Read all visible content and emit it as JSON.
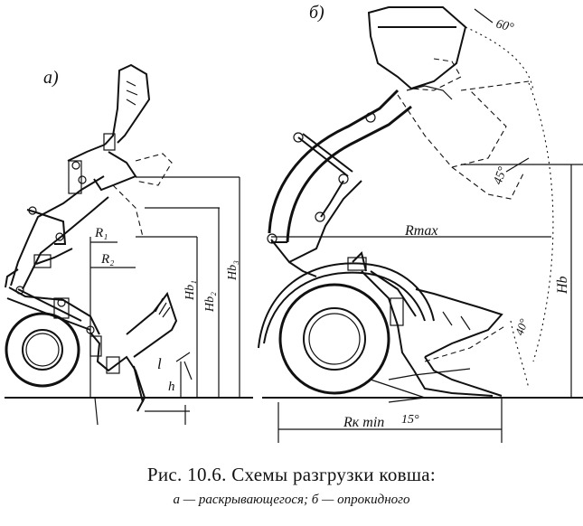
{
  "panel_a": {
    "label": "а)",
    "dims": {
      "R1": "R₁",
      "R2": "R₂",
      "Hb1": "Hb₁",
      "Hb2": "Hb₂",
      "Hb3": "Hb₃",
      "l": "l",
      "h": "h"
    }
  },
  "panel_b": {
    "label": "б)",
    "dims": {
      "angle_top": "60°",
      "angle_mid": "45°",
      "angle_bottom": "40°",
      "angle_small": "15°",
      "Rmax": "Rmax",
      "Hb": "Hb",
      "Rkmin": "Rк min"
    }
  },
  "caption": {
    "line1": "Рис. 10.6. Схемы разгрузки ковша:",
    "line2": "а — раскрывающегося; б — опрокидного"
  }
}
